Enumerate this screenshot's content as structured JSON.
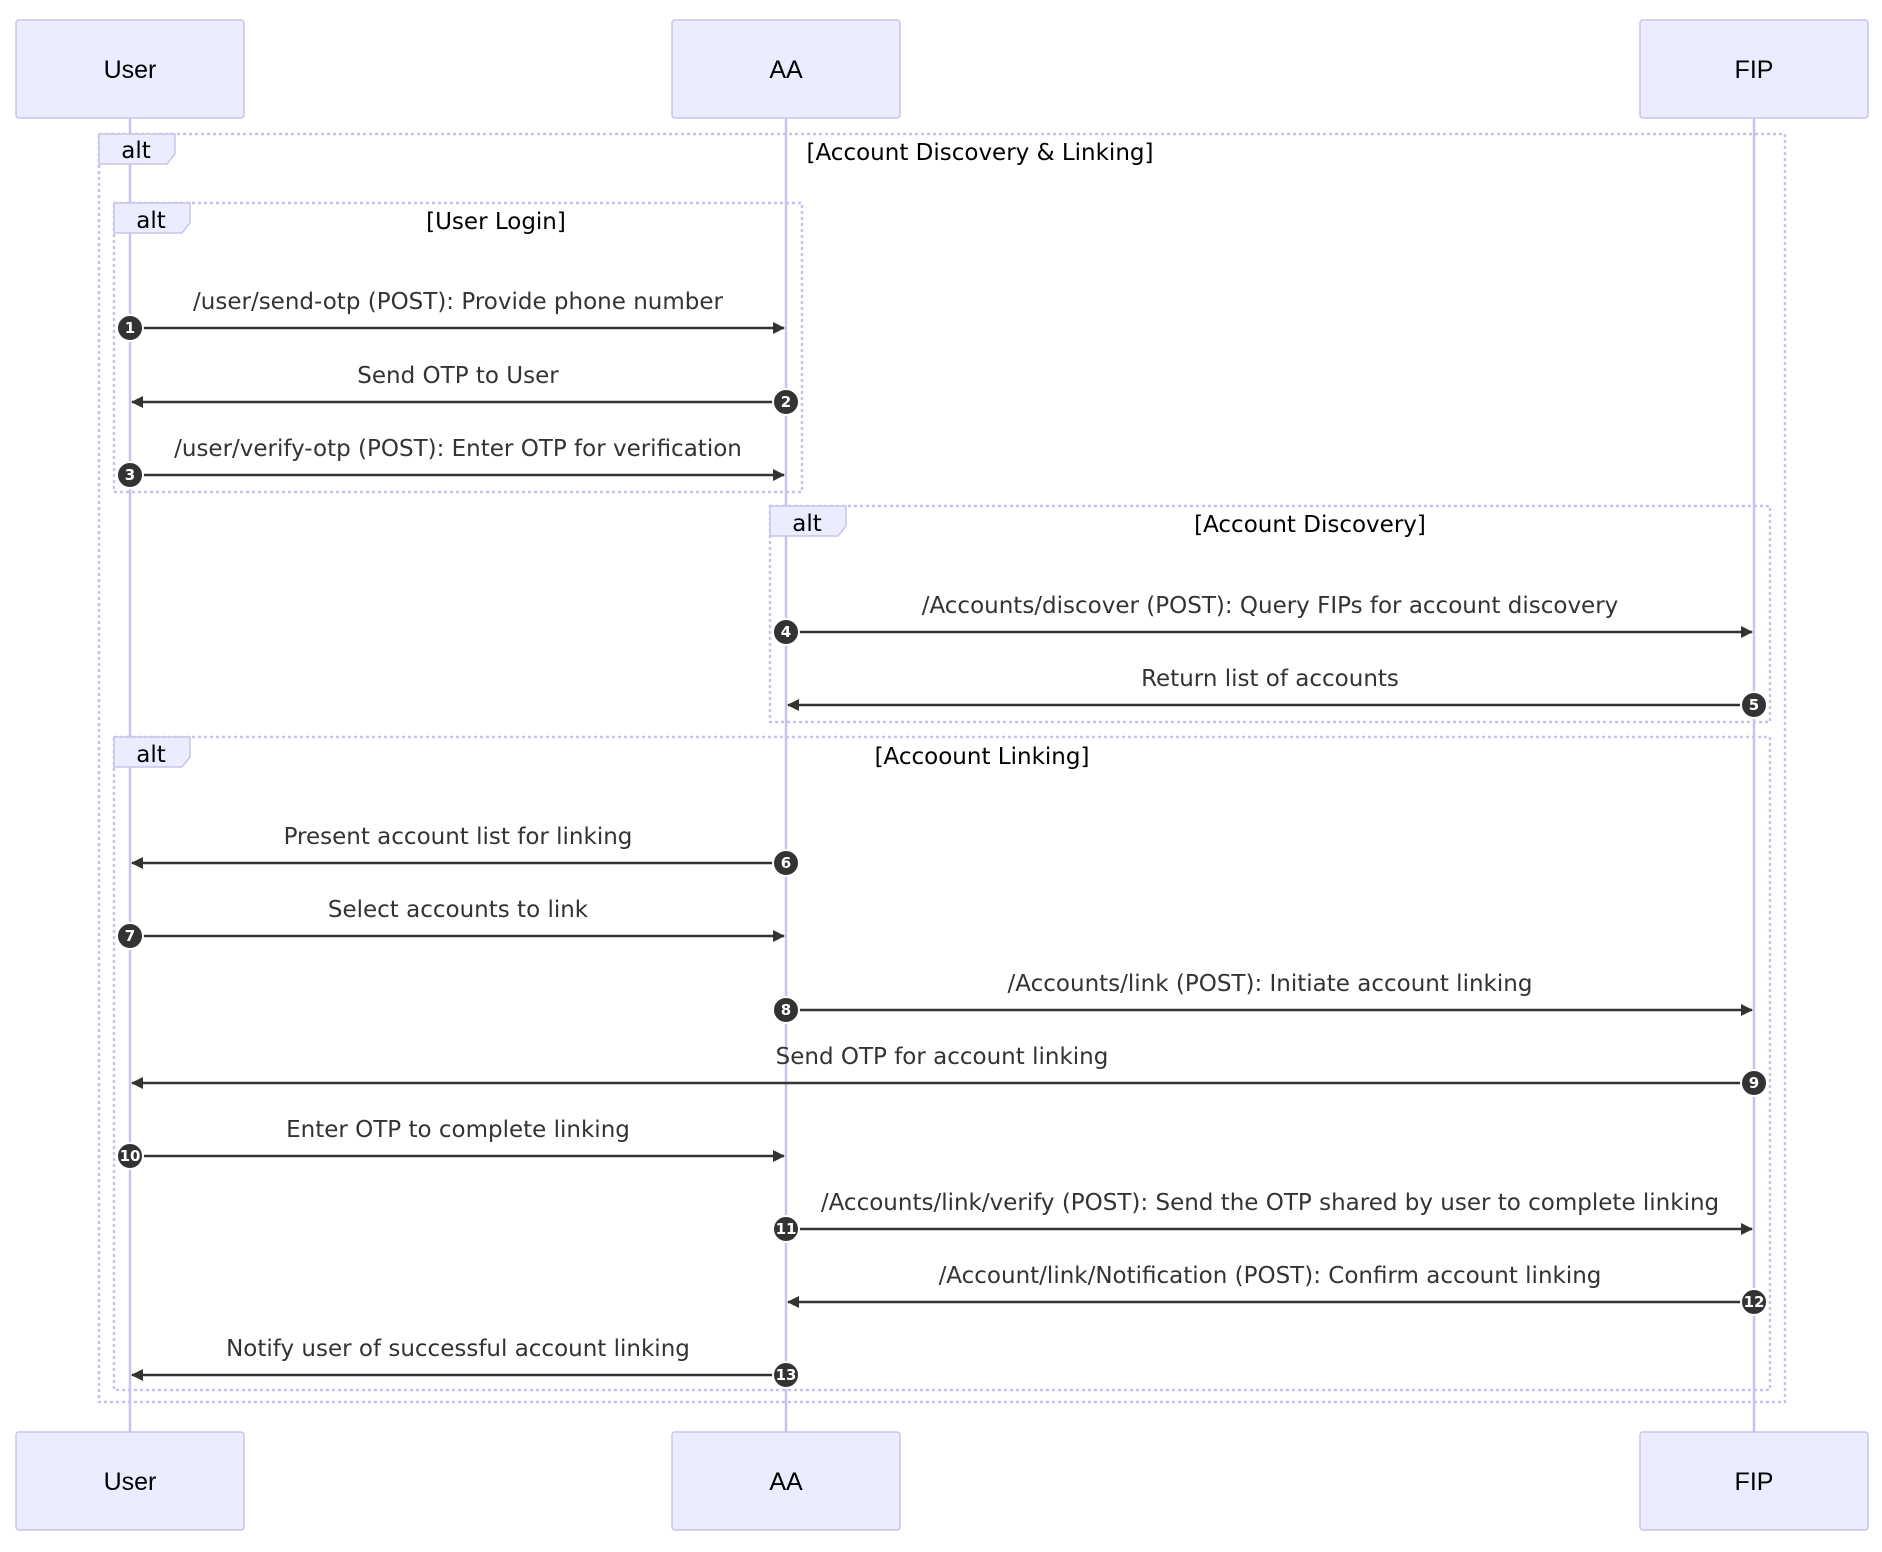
{
  "actors": [
    {
      "id": "user",
      "label": "User"
    },
    {
      "id": "aa",
      "label": "AA"
    },
    {
      "id": "fip",
      "label": "FIP"
    }
  ],
  "frames": [
    {
      "keyword": "alt",
      "condition": "[Account Discovery & Linking]"
    },
    {
      "keyword": "alt",
      "condition": "[User Login]"
    },
    {
      "keyword": "alt",
      "condition": "[Account Discovery]"
    },
    {
      "keyword": "alt",
      "condition": "[Accoount Linking]"
    }
  ],
  "messages": [
    {
      "num": "1",
      "from": "user",
      "to": "aa",
      "text": "/user/send-otp (POST): Provide phone number"
    },
    {
      "num": "2",
      "from": "aa",
      "to": "user",
      "text": "Send OTP to User"
    },
    {
      "num": "3",
      "from": "user",
      "to": "aa",
      "text": "/user/verify-otp (POST): Enter OTP for verification"
    },
    {
      "num": "4",
      "from": "aa",
      "to": "fip",
      "text": "/Accounts/discover (POST): Query FIPs for account discovery"
    },
    {
      "num": "5",
      "from": "fip",
      "to": "aa",
      "text": "Return list of accounts"
    },
    {
      "num": "6",
      "from": "aa",
      "to": "user",
      "text": "Present account list for linking"
    },
    {
      "num": "7",
      "from": "user",
      "to": "aa",
      "text": "Select accounts to link"
    },
    {
      "num": "8",
      "from": "aa",
      "to": "fip",
      "text": "/Accounts/link (POST): Initiate account linking"
    },
    {
      "num": "9",
      "from": "fip",
      "to": "user",
      "text": "Send OTP for account linking"
    },
    {
      "num": "10",
      "from": "user",
      "to": "aa",
      "text": "Enter OTP to complete linking"
    },
    {
      "num": "11",
      "from": "aa",
      "to": "fip",
      "text": "/Accounts/link/verify (POST): Send the OTP shared by user to complete linking"
    },
    {
      "num": "12",
      "from": "fip",
      "to": "aa",
      "text": "/Account/link/Notification (POST): Confirm account linking"
    },
    {
      "num": "13",
      "from": "aa",
      "to": "user",
      "text": "Notify user of successful account linking"
    }
  ]
}
